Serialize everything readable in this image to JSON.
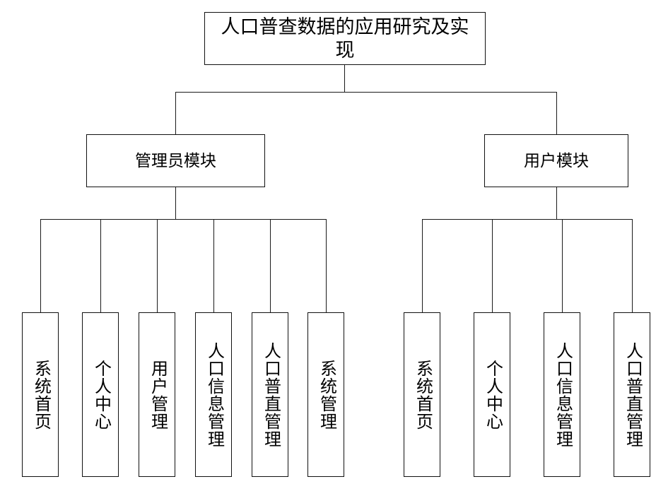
{
  "diagram": {
    "type": "tree",
    "title": "人口普查数据的应用研究及实现",
    "root": {
      "label": "人口普查数据的应用研究及实现"
    },
    "modules": [
      {
        "label": "管理员模块"
      },
      {
        "label": "用户模块"
      }
    ],
    "admin_leaves": [
      {
        "label": "系统首页"
      },
      {
        "label": "个人中心"
      },
      {
        "label": "用户管理"
      },
      {
        "label": "人口信息管理"
      },
      {
        "label": "人口普直管理"
      },
      {
        "label": "系统管理"
      }
    ],
    "user_leaves": [
      {
        "label": "系统首页"
      },
      {
        "label": "个人中心"
      },
      {
        "label": "人口信息管理"
      },
      {
        "label": "人口普直管理"
      }
    ],
    "colors": {
      "background": "#ffffff",
      "border": "#111111",
      "line": "#1a1a1a",
      "text": "#000000"
    }
  }
}
